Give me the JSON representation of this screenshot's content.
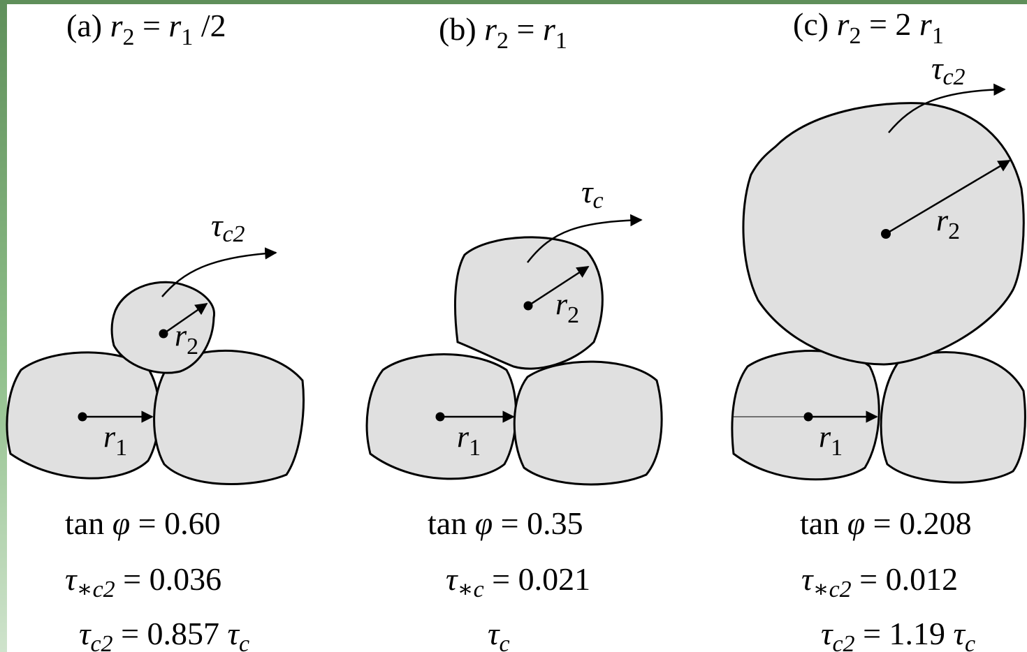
{
  "panels": [
    {
      "id": "a",
      "title": {
        "prefix": "(a) ",
        "r": "r",
        "sub2": "2",
        "mid": " = ",
        "r1": "r",
        "sub1": "1",
        "suffix": " /2"
      },
      "shear_label": {
        "base": "τ",
        "sub": "c2"
      },
      "tan_phi": {
        "text": "tan ",
        "phi": "φ",
        "value": " = 0.60"
      },
      "tau_star": {
        "base": "τ",
        "sub": "∗c2",
        "value": " = 0.036"
      },
      "tau_ratio": {
        "base": "τ",
        "sub": "c2",
        "value": " = 0.857 ",
        "tail": "τ",
        "tail_sub": "c"
      }
    },
    {
      "id": "b",
      "title": {
        "prefix": "(b) ",
        "r": "r",
        "sub2": "2",
        "mid": " = ",
        "r1": "r",
        "sub1": "1",
        "suffix": ""
      },
      "shear_label": {
        "base": "τ",
        "sub": "c"
      },
      "tan_phi": {
        "text": "tan ",
        "phi": "φ",
        "value": " = 0.35"
      },
      "tau_star": {
        "base": "τ",
        "sub": "∗c",
        "value": " = 0.021"
      },
      "tau_ratio": {
        "base": "τ",
        "sub": "c",
        "value": "",
        "tail": "",
        "tail_sub": ""
      }
    },
    {
      "id": "c",
      "title": {
        "prefix": "(c) ",
        "r": "r",
        "sub2": "2",
        "mid": " = 2 ",
        "r1": "r",
        "sub1": "1",
        "suffix": ""
      },
      "shear_label": {
        "base": "τ",
        "sub": "c2"
      },
      "tan_phi": {
        "text": "tan ",
        "phi": "φ",
        "value": " = 0.208"
      },
      "tau_star": {
        "base": "τ",
        "sub": "∗c2",
        "value": " = 0.012"
      },
      "tau_ratio": {
        "base": "τ",
        "sub": "c2",
        "value": " = 1.19 ",
        "tail": "τ",
        "tail_sub": "c"
      }
    }
  ],
  "radius_labels": {
    "r": "r",
    "r1_sub": "1",
    "r2_sub": "2"
  },
  "colors": {
    "grain_fill": "#e0e0e0",
    "outline": "#000000",
    "accent_green": "#5f8f5a"
  }
}
